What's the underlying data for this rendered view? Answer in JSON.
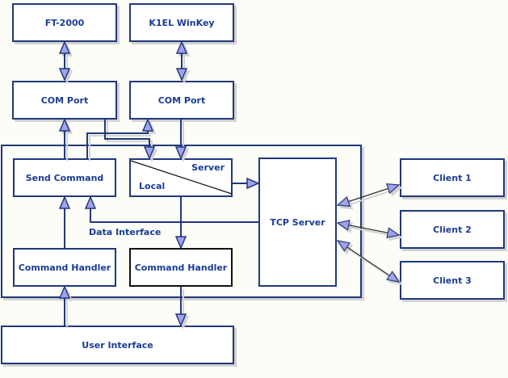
{
  "nodes": {
    "ft2000": {
      "label": "FT-2000"
    },
    "winkey": {
      "label": "K1EL WinKey"
    },
    "com_port_left": {
      "label": "COM Port"
    },
    "com_port_right": {
      "label": "COM Port"
    },
    "send_command": {
      "label": "Send Command"
    },
    "server_local": {
      "server_label": "Server",
      "local_label": "Local"
    },
    "tcp_server": {
      "label": "TCP Server"
    },
    "command_handler_left": {
      "label": "Command Handler"
    },
    "command_handler_right": {
      "label": "Command Handler"
    },
    "user_interface": {
      "label": "User Interface"
    },
    "client1": {
      "label": "Client 1"
    },
    "client2": {
      "label": "Client 2"
    },
    "client3": {
      "label": "Client 3"
    }
  },
  "labels": {
    "data_interface": "Data Interface"
  },
  "edges": [
    {
      "from": "FT-2000",
      "to": "COM Port (left)",
      "style": "bidirectional"
    },
    {
      "from": "K1EL WinKey",
      "to": "COM Port (right)",
      "style": "bidirectional"
    },
    {
      "from": "Send Command",
      "to": "COM Port (left)",
      "style": "arrow"
    },
    {
      "from": "Send Command",
      "to": "COM Port (right)",
      "style": "arrow"
    },
    {
      "from": "COM Port (left)",
      "to": "Server/Local",
      "style": "arrow"
    },
    {
      "from": "COM Port (right)",
      "to": "Server/Local",
      "style": "arrow"
    },
    {
      "from": "Server/Local",
      "to": "TCP Server",
      "style": "arrow"
    },
    {
      "from": "Server/Local",
      "to": "Command Handler (right)",
      "style": "arrow"
    },
    {
      "from": "Data Interface line",
      "to": "Send Command",
      "style": "arrow"
    },
    {
      "from": "Command Handler (left)",
      "to": "Send Command",
      "style": "arrow"
    },
    {
      "from": "User Interface",
      "to": "Command Handler (left)",
      "style": "arrow"
    },
    {
      "from": "Command Handler (right)",
      "to": "User Interface",
      "style": "arrow"
    },
    {
      "from": "TCP Server",
      "to": "Client 1",
      "style": "bidirectional"
    },
    {
      "from": "TCP Server",
      "to": "Client 2",
      "style": "bidirectional"
    },
    {
      "from": "TCP Server",
      "to": "Client 3",
      "style": "bidirectional"
    }
  ],
  "colors": {
    "background": "#fbfdf6",
    "box_fill": "#ffffff",
    "border_blue": "#22387c",
    "text_blue": "#1a3c96",
    "right_command_handler_border": "#111111",
    "arrow_fill": "#9fa3ec",
    "shadow_gray": "#d2d2d2",
    "client_line": "#303030"
  }
}
